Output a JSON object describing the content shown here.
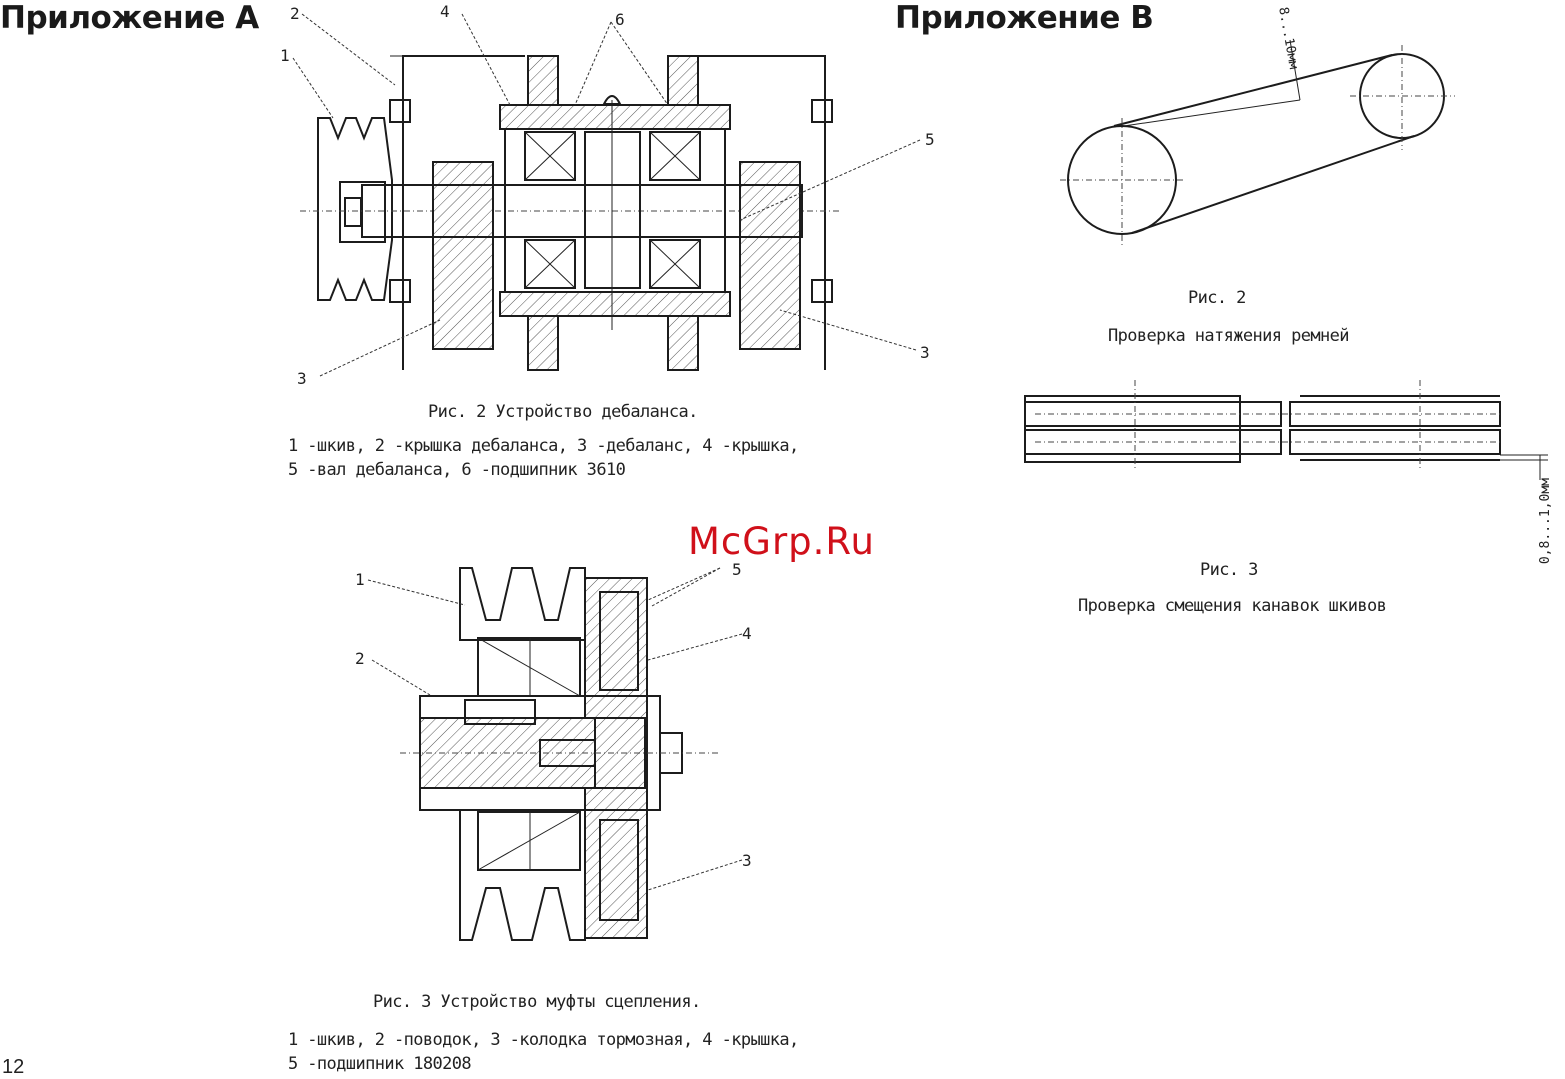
{
  "page": {
    "number": "12",
    "watermark": "McGrp.Ru"
  },
  "appendix_a": {
    "heading": "Приложение А",
    "fig_unbalance": {
      "caption_title": "Рис. 2 Устройство дебаланса.",
      "caption_line1": "1 -шкив, 2 -крышка дебаланса, 3 -дебаланс, 4 -крышка,",
      "caption_line2": "5 -вал дебаланса, 6 -подшипник 3610",
      "callouts": [
        "1",
        "2",
        "3",
        "3",
        "4",
        "5",
        "6"
      ]
    },
    "fig_clutch": {
      "caption_title": "Рис. 3 Устройство муфты сцепления.",
      "caption_line1": "1 -шкив, 2 -поводок, 3 -колодка тормозная, 4 -крышка,",
      "caption_line2": "5 -подшипник 180208",
      "callouts": [
        "1",
        "2",
        "3",
        "4",
        "5"
      ]
    }
  },
  "appendix_b": {
    "heading": "Приложение В",
    "fig_belt": {
      "label": "Рис. 2",
      "title": "Проверка натяжения ремней",
      "dimension": "8...10мм"
    },
    "fig_groove": {
      "label": "Рис. 3",
      "title": "Проверка смещения канавок шкивов",
      "dimension": "0,8...1,0мм"
    }
  }
}
